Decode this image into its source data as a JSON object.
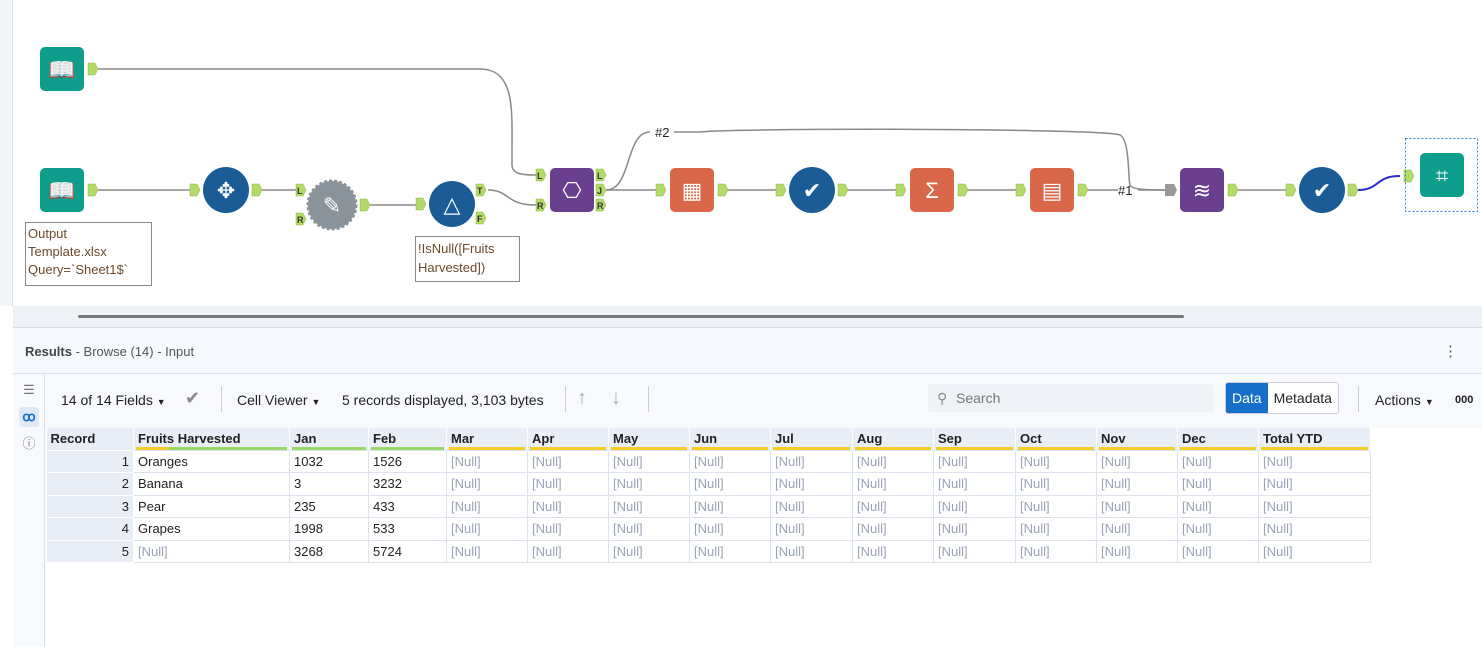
{
  "canvas": {
    "annotations": [
      [
        "Output",
        "Template.xlsx",
        "Query=`Sheet1$`"
      ],
      [
        "!IsNull([Fruits",
        "Harvested])"
      ]
    ],
    "connector_labels": {
      "hash2": "#2",
      "hash1": "#1"
    },
    "ports": {
      "L": "L",
      "R": "R",
      "J": "J",
      "T": "T",
      "F": "F"
    },
    "tools": [
      {
        "name": "input-data-tool-template",
        "color": "#0e9e8b"
      },
      {
        "name": "input-data-tool",
        "color": "#0e9e8b"
      },
      {
        "name": "select-tool",
        "color": "#1b5c97"
      },
      {
        "name": "dynamic-rename-tool",
        "color": "#8a9399"
      },
      {
        "name": "filter-tool",
        "color": "#1b5c97"
      },
      {
        "name": "join-tool",
        "color": "#6a3f8e"
      },
      {
        "name": "crosstab-tool",
        "color": "#d9674a"
      },
      {
        "name": "autofield-tool",
        "color": "#1b5c97"
      },
      {
        "name": "summarize-tool",
        "color": "#d9674a"
      },
      {
        "name": "transpose-tool",
        "color": "#d9674a"
      },
      {
        "name": "union-tool",
        "color": "#6a3f8e"
      },
      {
        "name": "autofield-tool-2",
        "color": "#1b5c97"
      },
      {
        "name": "browse-tool",
        "color": "#0e9e8b"
      }
    ]
  },
  "results": {
    "title_bold": "Results",
    "title_rest": " - Browse (14) - Input",
    "menu": "⋮",
    "toolbar": {
      "fields": "14 of 14 Fields",
      "cell_viewer": "Cell Viewer",
      "records": "5 records displayed, 3,103 bytes",
      "search_placeholder": "Search",
      "data": "Data",
      "metadata": "Metadata",
      "actions": "Actions",
      "extra": "000"
    },
    "columns": [
      "Record",
      "Fruits Harvested",
      "Jan",
      "Feb",
      "Mar",
      "Apr",
      "May",
      "Jun",
      "Jul",
      "Aug",
      "Sep",
      "Oct",
      "Nov",
      "Dec",
      "Total YTD"
    ],
    "column_status": [
      "none",
      "mixed",
      "green",
      "green",
      "yellow",
      "yellow",
      "yellow",
      "yellow",
      "yellow",
      "yellow",
      "yellow",
      "yellow",
      "yellow",
      "yellow",
      "yellow"
    ],
    "rows": [
      [
        "1",
        "Oranges",
        "1032",
        "1526",
        "[Null]",
        "[Null]",
        "[Null]",
        "[Null]",
        "[Null]",
        "[Null]",
        "[Null]",
        "[Null]",
        "[Null]",
        "[Null]",
        "[Null]"
      ],
      [
        "2",
        "Banana",
        "3",
        "3232",
        "[Null]",
        "[Null]",
        "[Null]",
        "[Null]",
        "[Null]",
        "[Null]",
        "[Null]",
        "[Null]",
        "[Null]",
        "[Null]",
        "[Null]"
      ],
      [
        "3",
        "Pear",
        "235",
        "433",
        "[Null]",
        "[Null]",
        "[Null]",
        "[Null]",
        "[Null]",
        "[Null]",
        "[Null]",
        "[Null]",
        "[Null]",
        "[Null]",
        "[Null]"
      ],
      [
        "4",
        "Grapes",
        "1998",
        "533",
        "[Null]",
        "[Null]",
        "[Null]",
        "[Null]",
        "[Null]",
        "[Null]",
        "[Null]",
        "[Null]",
        "[Null]",
        "[Null]",
        "[Null]"
      ],
      [
        "5",
        "[Null]",
        "3268",
        "5724",
        "[Null]",
        "[Null]",
        "[Null]",
        "[Null]",
        "[Null]",
        "[Null]",
        "[Null]",
        "[Null]",
        "[Null]",
        "[Null]",
        "[Null]"
      ]
    ]
  }
}
